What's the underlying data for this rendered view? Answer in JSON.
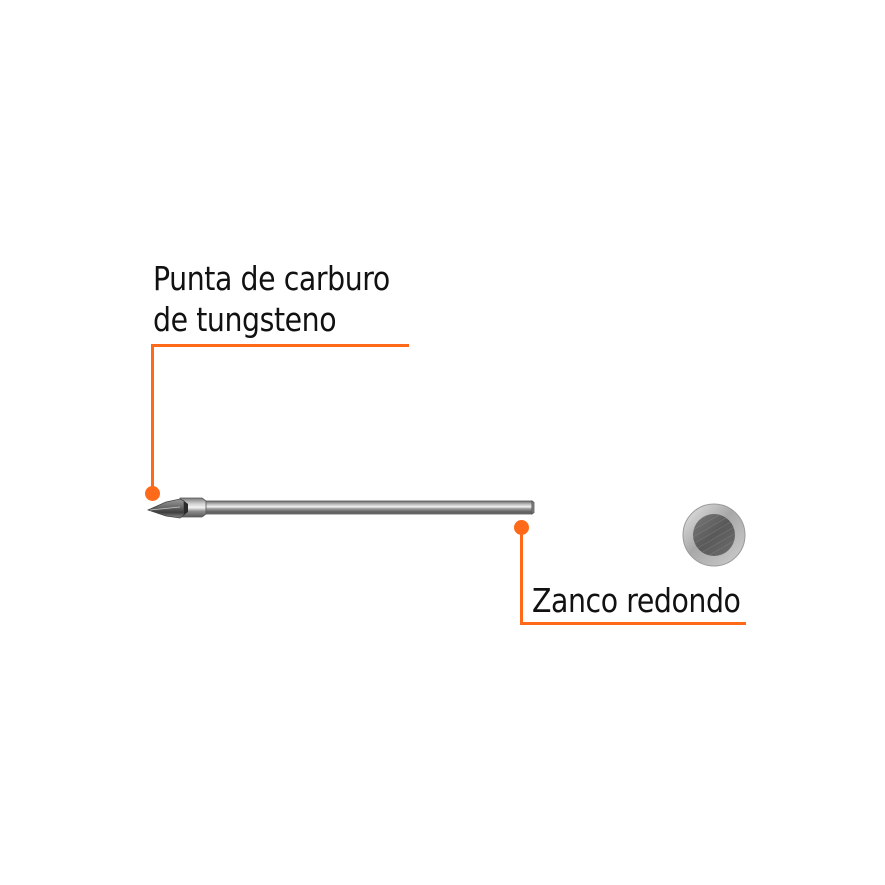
{
  "callouts": {
    "tip": {
      "label_line1": "Punta de carburo",
      "label_line2": "de tungsteno"
    },
    "shank": {
      "label": "Zanco redondo"
    }
  },
  "colors": {
    "accent": "#ff6a1a",
    "text": "#111111",
    "background": "#ffffff",
    "metal_dark": "#5a5a5a",
    "metal_light": "#d8d8d8"
  },
  "icons": {
    "product": "drill-bit-icon",
    "shank_profile": "round-shank-cross-section-icon",
    "marker": "callout-dot-icon"
  }
}
